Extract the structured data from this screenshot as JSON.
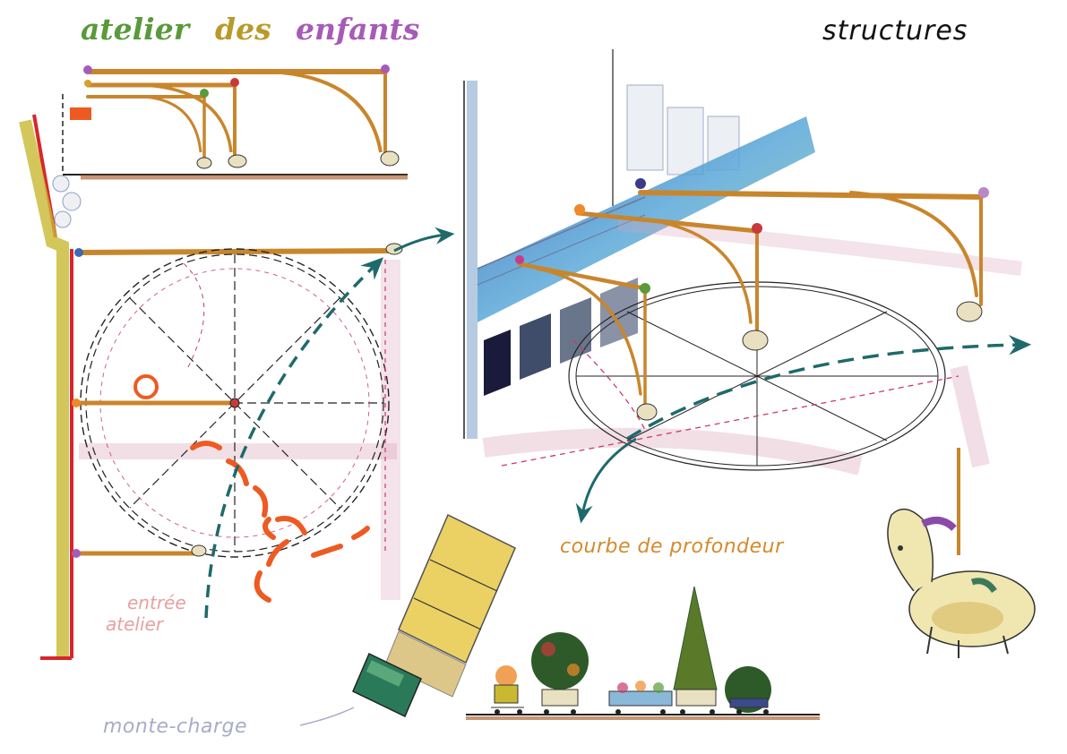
{
  "title": {
    "words": [
      "atelier",
      "des",
      "enfants"
    ],
    "colors": {
      "atelier": "#5a9a3a",
      "des": "#b89a2a",
      "enfants": "#a85ab8"
    }
  },
  "labels": {
    "structures": "structures",
    "courbe": "courbe de profondeur",
    "entree_line1": "entrée",
    "entree_line2": "atelier",
    "monte": "monte-charge"
  },
  "colors": {
    "wall_red": "#d8262a",
    "wall_ochre": "#c8b832",
    "arm_orange": "#c8862c",
    "arrow_teal": "#1e6a6a",
    "circle_black": "#222222",
    "dash_pink": "#c83a6a",
    "floor_pink": "#d9a3b8",
    "orange_path": "#ee5a22",
    "truck_yellow": "#c8a23a",
    "truck_green": "#2a7a5a",
    "ground_brown": "#b06a3a",
    "plant_green": "#2e5a2a",
    "water_blue": "#3a7ac8"
  },
  "icons": [
    "rocking-horse-icon",
    "carousel-animal-icon",
    "balloon-icon",
    "potted-plant-icon",
    "truck-icon"
  ]
}
